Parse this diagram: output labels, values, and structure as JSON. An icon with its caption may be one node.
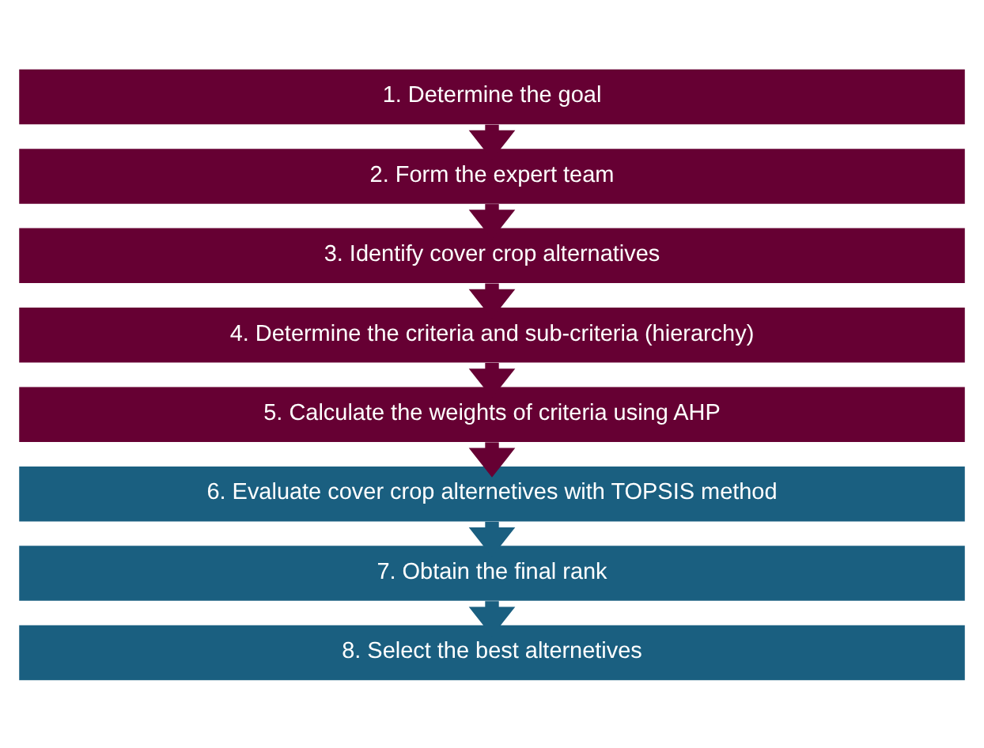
{
  "diagram": {
    "nodes": [
      {
        "text": [
          "1. Determine the goal"
        ]
      },
      {
        "text": [
          "2. Form the expert team"
        ]
      },
      {
        "text": [
          "3. Identify cover crop alternatives"
        ]
      },
      {
        "text": [
          "4. Determine the criteria and sub-criteria (hierarchy)"
        ]
      },
      {
        "text": [
          "5. Calculate the weights of criteria using AHP"
        ]
      },
      {
        "text": [
          "6. Evaluate cover crop alternetives with TOPSIS method"
        ]
      },
      {
        "text": [
          "7. Obtain the final rank"
        ]
      },
      {
        "text": [
          "8. Select the best alternetives"
        ]
      }
    ],
    "edges": [
      {
        "from": 0,
        "to": 1,
        "arrow": "to"
      },
      {
        "from": 1,
        "to": 2,
        "arrow": "to"
      },
      {
        "from": 2,
        "to": 3,
        "arrow": "to"
      },
      {
        "from": 3,
        "to": 4,
        "arrow": "to"
      },
      {
        "from": 4,
        "to": 5,
        "arrow": "to"
      },
      {
        "from": 5,
        "to": 6,
        "arrow": "to",
        "color": "#1a5f80"
      },
      {
        "from": 6,
        "to": 7,
        "arrow": "to",
        "color": "#1a5f80"
      }
    ]
  }
}
